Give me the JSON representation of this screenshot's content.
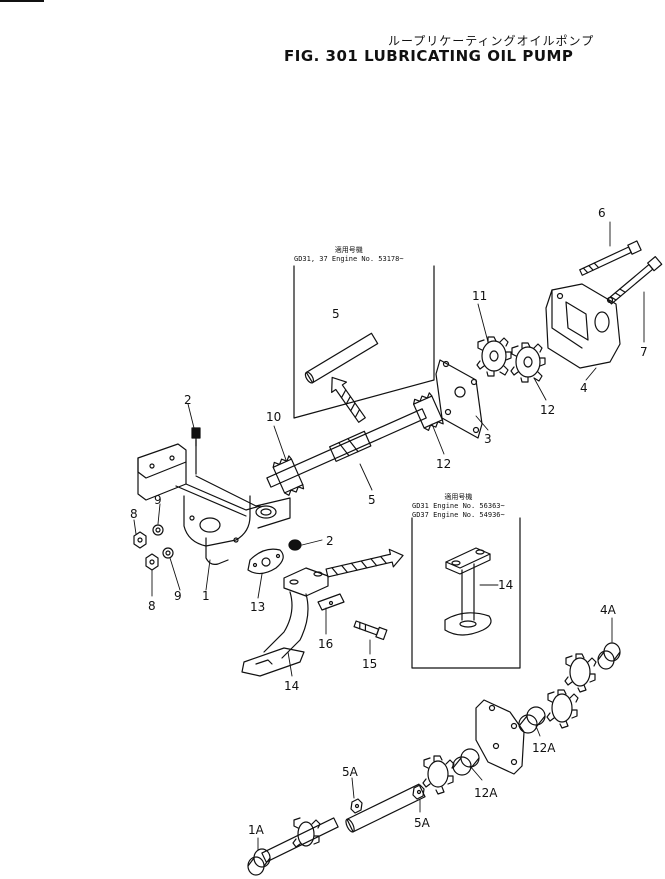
{
  "header": {
    "jp_title": "ループリケーティングオイルポンプ",
    "fig_title": "FIG. 301  LUBRICATING OIL PUMP"
  },
  "inset_upper": {
    "title": "適用号機",
    "lines": [
      "GD31, 37 Engine No. 53178~"
    ]
  },
  "inset_lower": {
    "title": "適用号機",
    "lines": [
      "GD31  Engine No. 56363~",
      "GD37  Engine No. 54936~"
    ]
  },
  "callouts": {
    "c1": "1",
    "c1a": "1A",
    "c2a": "2",
    "c2b": "2",
    "c3": "3",
    "c4": "4",
    "c4a": "4A",
    "c5": "5",
    "c5i": "5",
    "c5a1": "5A",
    "c5a2": "5A",
    "c6": "6",
    "c7": "7",
    "c8a": "8",
    "c8b": "8",
    "c9a": "9",
    "c9b": "9",
    "c10": "10",
    "c11": "11",
    "c12a": "12",
    "c12b": "12",
    "c12a1": "12A",
    "c12a2": "12A",
    "c13": "13",
    "c14": "14",
    "c14i": "14",
    "c15": "15",
    "c16": "16"
  }
}
